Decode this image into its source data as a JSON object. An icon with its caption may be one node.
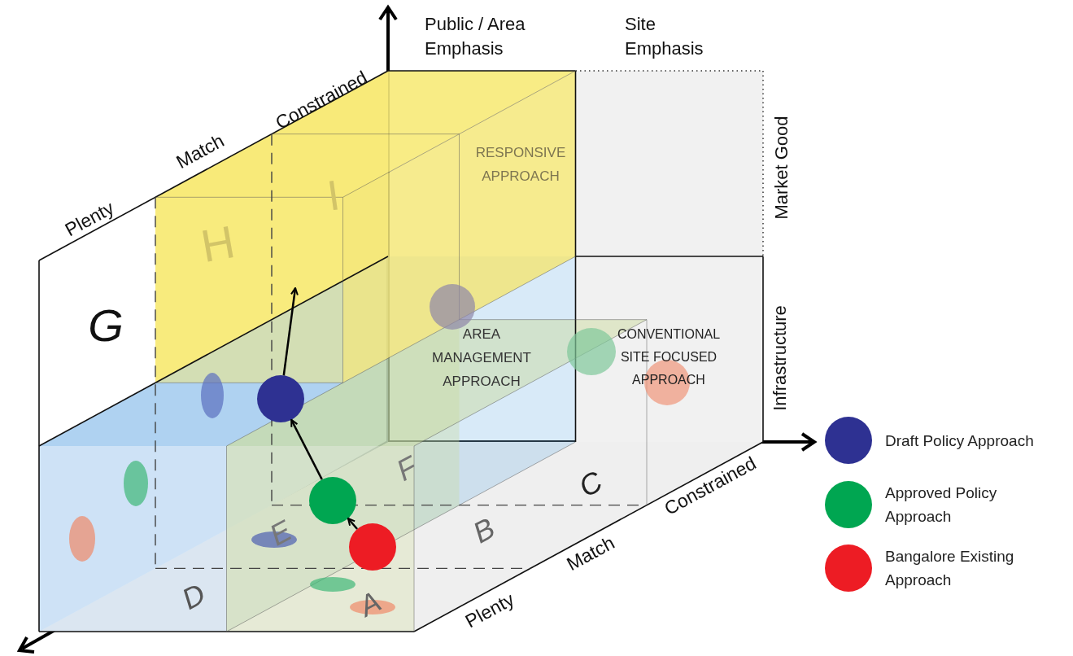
{
  "diagram": {
    "nodes": [
      {
        "text": [],
        "shape": "circle"
      },
      {
        "text": [],
        "shape": "circle"
      },
      {
        "text": [],
        "shape": "circle"
      }
    ],
    "edges": [
      {
        "from": 2,
        "to": 1,
        "arrow": "to"
      },
      {
        "from": 1,
        "to": 0,
        "arrow": "to"
      },
      {
        "from": 0,
        "to": null,
        "arrow": "to"
      }
    ],
    "labels": [
      "Public / Area Emphasis",
      "Site Emphasis",
      "Constrained",
      "Match",
      "Plenty",
      "Market Good",
      "RESPONSIVE APPROACH",
      "I",
      "H",
      "G",
      "Infrastructure",
      "AREA MANAGEMENT APPROACH",
      "CONVENTIONAL SITE FOCUSED APPROACH",
      "F",
      "C",
      "Constrained",
      "E",
      "B",
      "Match",
      "D",
      "A",
      "Plenty"
    ],
    "legend": [
      {
        "text": "Draft Policy Approach",
        "color": "#2e3192"
      },
      {
        "text": "Approved Policy Approach",
        "color": "#00a651"
      },
      {
        "text": "Bangalore Existing Approach",
        "color": "#ed1c24"
      }
    ]
  }
}
